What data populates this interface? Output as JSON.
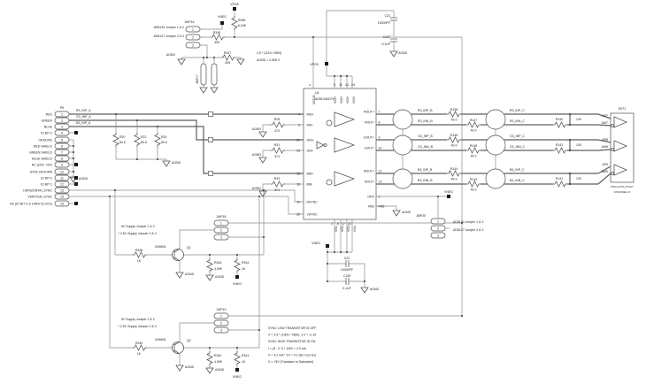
{
  "power": {
    "vpos": "VPOS",
    "vneg": "VNEG",
    "agnd": "AGND"
  },
  "p6": {
    "ref": "P6",
    "pins": [
      {
        "n": "1",
        "label": "RED"
      },
      {
        "n": "2",
        "label": "GREEN"
      },
      {
        "n": "3",
        "label": "BLUE"
      },
      {
        "n": "4",
        "label": "ID BIT 2"
      },
      {
        "n": "5",
        "label": "GROUND"
      },
      {
        "n": "6",
        "label": "RED SHIELD"
      },
      {
        "n": "7",
        "label": "GREEN SHIELD"
      },
      {
        "n": "8",
        "label": "BLUE SHIELD"
      },
      {
        "n": "9",
        "label": "NC (DDC +5V)"
      },
      {
        "n": "10",
        "label": "SYNC RETURN"
      },
      {
        "n": "11",
        "label": "ID BIT 0"
      },
      {
        "n": "12",
        "label": "ID BIT 1"
      },
      {
        "n": "13",
        "label": "HORIZONTAL SYNC"
      },
      {
        "n": "14",
        "label": "VERTICAL SYNC"
      },
      {
        "n": "15",
        "label": "NC (ID BIT 3 or DATA CLOCK)"
      }
    ]
  },
  "ic": {
    "ref": "U4",
    "part": "AD8134ACPZ",
    "vocm": "VOCM",
    "vocm_pin": "2",
    "left": [
      {
        "n": "4",
        "name": "RIN+"
      },
      {
        "n": "3",
        "name": "RIN-"
      },
      {
        "n": "22",
        "name": "GIN+"
      },
      {
        "n": "23",
        "name": "GIN-"
      },
      {
        "n": "15",
        "name": "BIN+"
      },
      {
        "n": "16",
        "name": "BIN-"
      },
      {
        "n": "19",
        "name": "HSYNC"
      },
      {
        "n": "20",
        "name": "VSYNC"
      }
    ],
    "right": [
      {
        "n": "7",
        "name": "ROUT+"
      },
      {
        "n": "8",
        "name": "ROUT-"
      },
      {
        "n": "9",
        "name": "GOUT+"
      },
      {
        "n": "10",
        "name": "GOUT-"
      },
      {
        "n": "12",
        "name": "BOUT+"
      },
      {
        "n": "13",
        "name": "BOUT-"
      },
      {
        "n": "1",
        "name": "OPD"
      },
      {
        "n": "PAD",
        "name": "PAD"
      }
    ],
    "top": [
      {
        "n": "5",
        "name": "VS1+"
      },
      {
        "n": "11",
        "name": "VS2+"
      },
      {
        "n": "14",
        "name": "VS3+"
      },
      {
        "n": "24",
        "name": "VS4+"
      }
    ],
    "bottom": [
      {
        "n": "2",
        "name": "VS1-"
      },
      {
        "n": "6",
        "name": "VS2-"
      },
      {
        "n": "17",
        "name": "VS3-"
      },
      {
        "n": "21",
        "name": "VS4-"
      }
    ]
  },
  "nets": {
    "r_a": "R3_INP_A",
    "g_a": "G3_INP_A",
    "b_a": "B3_INP_A",
    "r_p_b": "R3_INP_B",
    "r_n_b": "R3_INN_B",
    "g_p_b": "G3_INP_B",
    "g_n_b": "G3_INN_B",
    "b_p_b": "B3_INP_B",
    "b_n_b": "B3_INN_B",
    "r_p_c": "R3_INP_C",
    "r_n_c": "R3_INN_C",
    "g_p_c": "G3_INP_C",
    "g_n_c": "G3_INN_C",
    "b_p_c": "B3_INP_C",
    "b_n_c": "B3_INN_C",
    "ap7": "AP7",
    "am7": "AM7",
    "ap8": "AP8",
    "am8": "AM8",
    "ap9": "AP9",
    "am9": "AM9"
  },
  "res": {
    "r20": {
      "ref": "R20",
      "val": "80.6"
    },
    "r22": {
      "ref": "R22",
      "val": "80.6"
    },
    "r24": {
      "ref": "R24",
      "val": "80.6"
    },
    "r28": {
      "ref": "R28",
      "val": "374"
    },
    "r31": {
      "ref": "R31",
      "val": "374"
    },
    "r33": {
      "ref": "R33",
      "val": "374"
    },
    "r345": {
      "ref": "R345",
      "val": "6.04K"
    },
    "r346": {
      "ref": "R346",
      "val": "499"
    },
    "r347": {
      "ref": "R347",
      "val": "499"
    },
    "r148": {
      "ref": "R148",
      "val": "49.9"
    },
    "r147": {
      "ref": "R147",
      "val": "49.9"
    },
    "r146": {
      "ref": "R146",
      "val": "49.9"
    },
    "r145": {
      "ref": "R145",
      "val": "49.9"
    },
    "r144": {
      "ref": "R144",
      "val": "49.9"
    },
    "r143": {
      "ref": "R143",
      "val": "49.9"
    },
    "r140": {
      "ref": "R140",
      "val": "100"
    },
    "r142": {
      "ref": "R142",
      "val": "100"
    },
    "r141": {
      "ref": "R141",
      "val": "100"
    },
    "r348": {
      "ref": "R348",
      "val": "1K"
    },
    "r343": {
      "ref": "R343",
      "val": "4.99K"
    },
    "r344": {
      "ref": "R344",
      "val": "1K"
    },
    "r349": {
      "ref": "R349",
      "val": "1K"
    },
    "r342": {
      "ref": "R342",
      "val": "4.99K"
    },
    "r341": {
      "ref": "R341",
      "val": "1K"
    }
  },
  "caps": {
    "c21": {
      "ref": "C21",
      "val": "10000PF"
    },
    "c137": {
      "ref": "C137",
      "val": "0.1UF"
    },
    "c22": {
      "ref": "C22",
      "val": "10000PF"
    },
    "c139": {
      "ref": "C139",
      "val": "0.1UF"
    }
  },
  "jumpers": {
    "jmp16": "JMP16",
    "jmp17": "JMP17",
    "jmp18": "JMP18",
    "jmp19": "JMP19",
    "jmp20": "JMP20",
    "p1": "1",
    "p2": "2",
    "p3": "3"
  },
  "trans": {
    "q1": {
      "ref": "Q1",
      "part": "2N3906"
    },
    "q2": {
      "ref": "Q2",
      "part": "2N3906"
    }
  },
  "skt": {
    "ref": "SKT1",
    "part": "P6GA-678_ZTX27",
    "channel": "CHANNEL=3"
  },
  "notes": {
    "jumper_a": "AD8134 Jumper 1 & 2",
    "jumper_b": "AD8147 Jumper 2 & 3",
    "divider": "2.5 * (1119 / 5509)",
    "divider_val": "AGND = 0.508 V",
    "supply_a": "5V Supply Jumper 1 & 2",
    "supply_b": "+ 2.5V Supply Jumper 2 & 3",
    "sync": [
      "SYNC LOW TRANSISTOR IS OFF",
      "V = 2.5 * (1000 / 7980), 2.0 = -2.19",
      "SYNC HIGH TRANSISTOR IS ON",
      "I = (5 - 0.7) / 1000 = 4.3 mA",
      "V = 4.2 mA * 1K = 4.2 (No Can Do)",
      "V = +5V (Transistor is Saturated)"
    ]
  }
}
